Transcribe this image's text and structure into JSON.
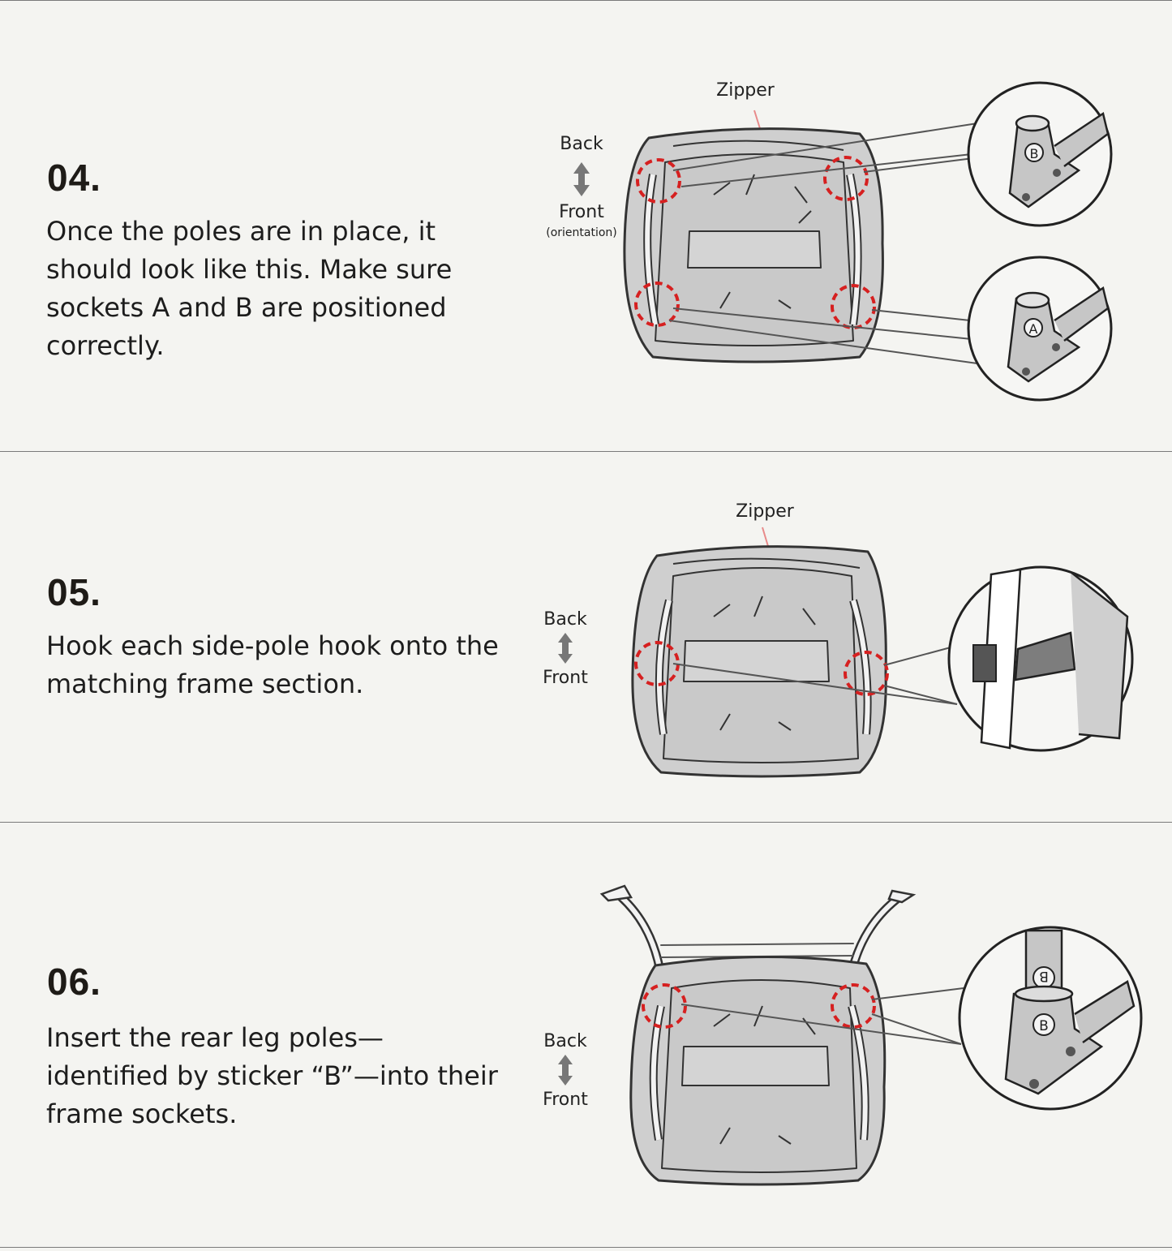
{
  "steps": [
    {
      "number": "04.",
      "text": "Once the poles are in place, it should look like this. Make sure sockets A and B are positioned correctly.",
      "labels": {
        "zipper": "Zipper",
        "back": "Back",
        "front": "Front",
        "note": "(orientation)"
      },
      "callouts": [
        "B",
        "A"
      ]
    },
    {
      "number": "05.",
      "text": "Hook each side-pole hook onto the matching frame section.",
      "labels": {
        "zipper": "Zipper",
        "back": "Back",
        "front": "Front"
      }
    },
    {
      "number": "06.",
      "text": "Insert the rear leg poles—identified by sticker “B”—into their frame sockets.",
      "labels": {
        "back": "Back",
        "front": "Front"
      },
      "callouts": [
        "B",
        "B"
      ]
    }
  ],
  "colors": {
    "highlight": "#d62020",
    "line": "#333333",
    "fill": "#cfcfcf",
    "background": "#f4f4f1"
  }
}
